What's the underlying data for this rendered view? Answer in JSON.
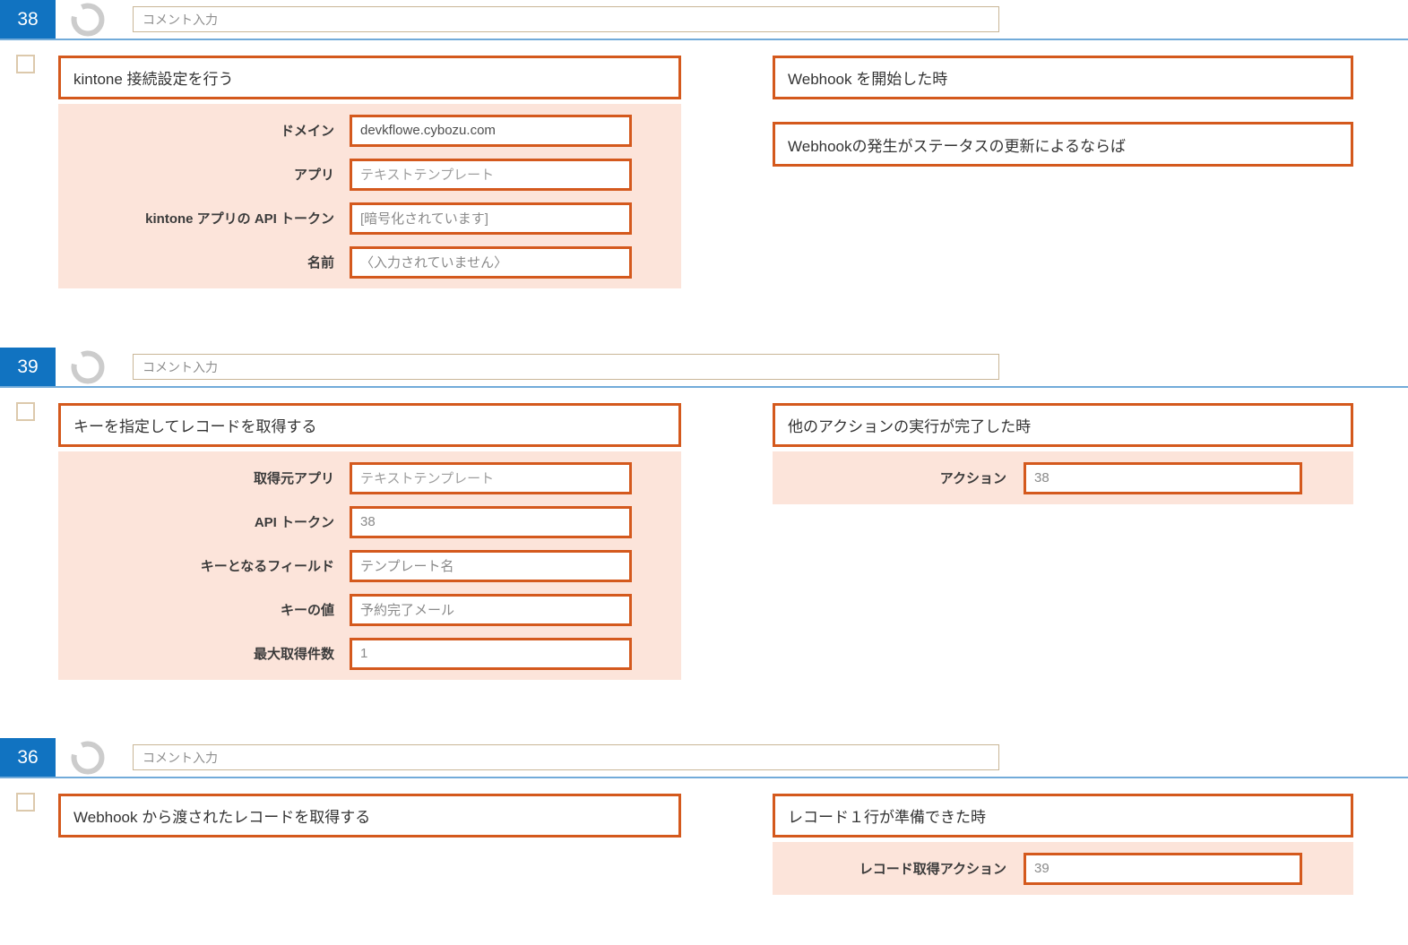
{
  "colors": {
    "accent_orange": "#d4591d",
    "panel_pink": "#fce4da",
    "badge_blue": "#1173c1",
    "separator_blue": "#72abd9",
    "tan_border": "#c9b697",
    "checkbox_border": "#dcc9ac",
    "ring_gray": "#cccccc"
  },
  "icons": {
    "status_ring": "open-circle",
    "checkbox": "empty-square"
  },
  "sections": [
    {
      "badge": "38",
      "comment_placeholder": "コメント入力",
      "action": {
        "title": "kintone 接続設定を行う",
        "fields": [
          {
            "label": "ドメイン",
            "value": "devkflowe.cybozu.com"
          },
          {
            "label": "アプリ",
            "value": "テキストテンプレート"
          },
          {
            "label": "kintone アプリの API トークン",
            "value": "[暗号化されています]"
          },
          {
            "label": "名前",
            "value": "〈入力されていません〉"
          }
        ]
      },
      "trigger": {
        "title": "Webhook を開始した時",
        "condition": "Webhookの発生がステータスの更新によるならば"
      }
    },
    {
      "badge": "39",
      "comment_placeholder": "コメント入力",
      "action": {
        "title": "キーを指定してレコードを取得する",
        "fields": [
          {
            "label": "取得元アプリ",
            "value": "テキストテンプレート"
          },
          {
            "label": "API トークン",
            "value": "38"
          },
          {
            "label": "キーとなるフィールド",
            "value": "テンプレート名"
          },
          {
            "label": "キーの値",
            "value": "予約完了メール"
          },
          {
            "label": "最大取得件数",
            "value": "1"
          }
        ]
      },
      "trigger": {
        "title": "他のアクションの実行が完了した時",
        "fields": [
          {
            "label": "アクション",
            "value": "38"
          }
        ]
      }
    },
    {
      "badge": "36",
      "comment_placeholder": "コメント入力",
      "action": {
        "title": "Webhook から渡されたレコードを取得する",
        "fields": []
      },
      "trigger": {
        "title": "レコード１行が準備できた時",
        "fields": [
          {
            "label": "レコード取得アクション",
            "value": "39"
          }
        ]
      }
    }
  ]
}
